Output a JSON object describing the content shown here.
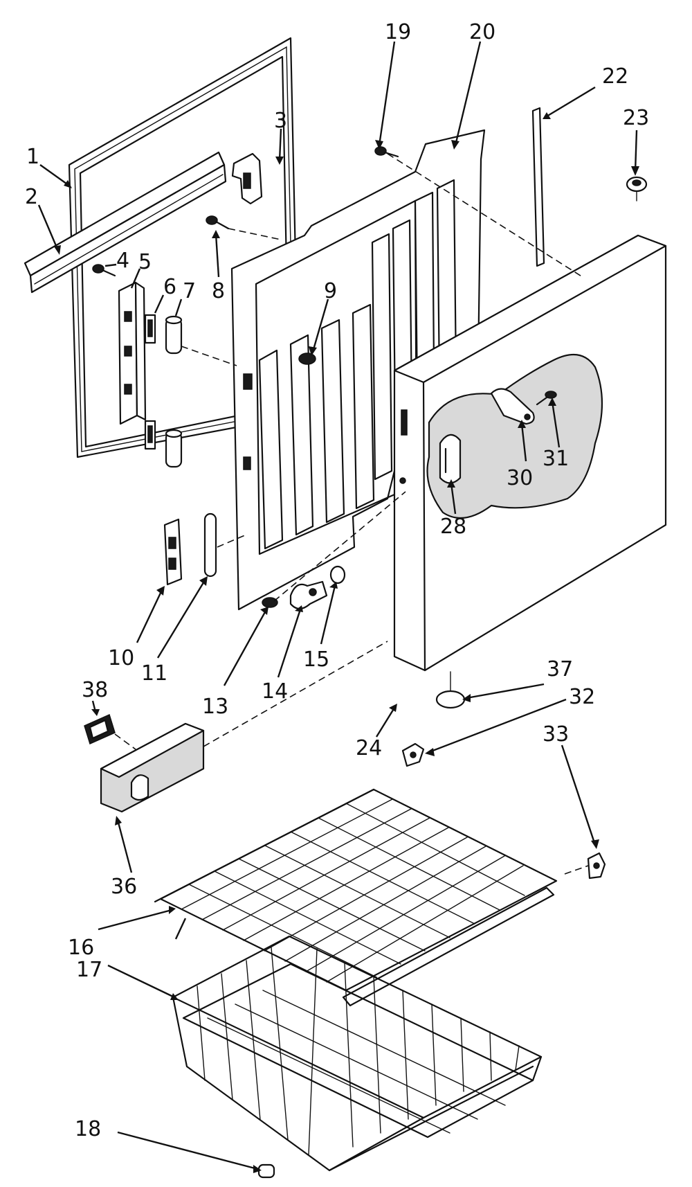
{
  "callouts": [
    {
      "id": "1",
      "text": "1"
    },
    {
      "id": "2",
      "text": "2"
    },
    {
      "id": "3",
      "text": "3"
    },
    {
      "id": "4",
      "text": "4"
    },
    {
      "id": "5",
      "text": "5"
    },
    {
      "id": "6",
      "text": "6"
    },
    {
      "id": "7",
      "text": "7"
    },
    {
      "id": "8",
      "text": "8"
    },
    {
      "id": "9",
      "text": "9"
    },
    {
      "id": "10",
      "text": "10"
    },
    {
      "id": "11",
      "text": "11"
    },
    {
      "id": "13",
      "text": "13"
    },
    {
      "id": "14",
      "text": "14"
    },
    {
      "id": "15",
      "text": "15"
    },
    {
      "id": "16",
      "text": "16"
    },
    {
      "id": "17",
      "text": "17"
    },
    {
      "id": "18",
      "text": "18"
    },
    {
      "id": "19",
      "text": "19"
    },
    {
      "id": "20",
      "text": "20"
    },
    {
      "id": "22",
      "text": "22"
    },
    {
      "id": "23",
      "text": "23"
    },
    {
      "id": "24",
      "text": "24"
    },
    {
      "id": "28",
      "text": "28"
    },
    {
      "id": "30",
      "text": "30"
    },
    {
      "id": "31",
      "text": "31"
    },
    {
      "id": "32",
      "text": "32"
    },
    {
      "id": "33",
      "text": "33"
    },
    {
      "id": "36",
      "text": "36"
    },
    {
      "id": "37",
      "text": "37"
    },
    {
      "id": "38",
      "text": "38"
    }
  ]
}
